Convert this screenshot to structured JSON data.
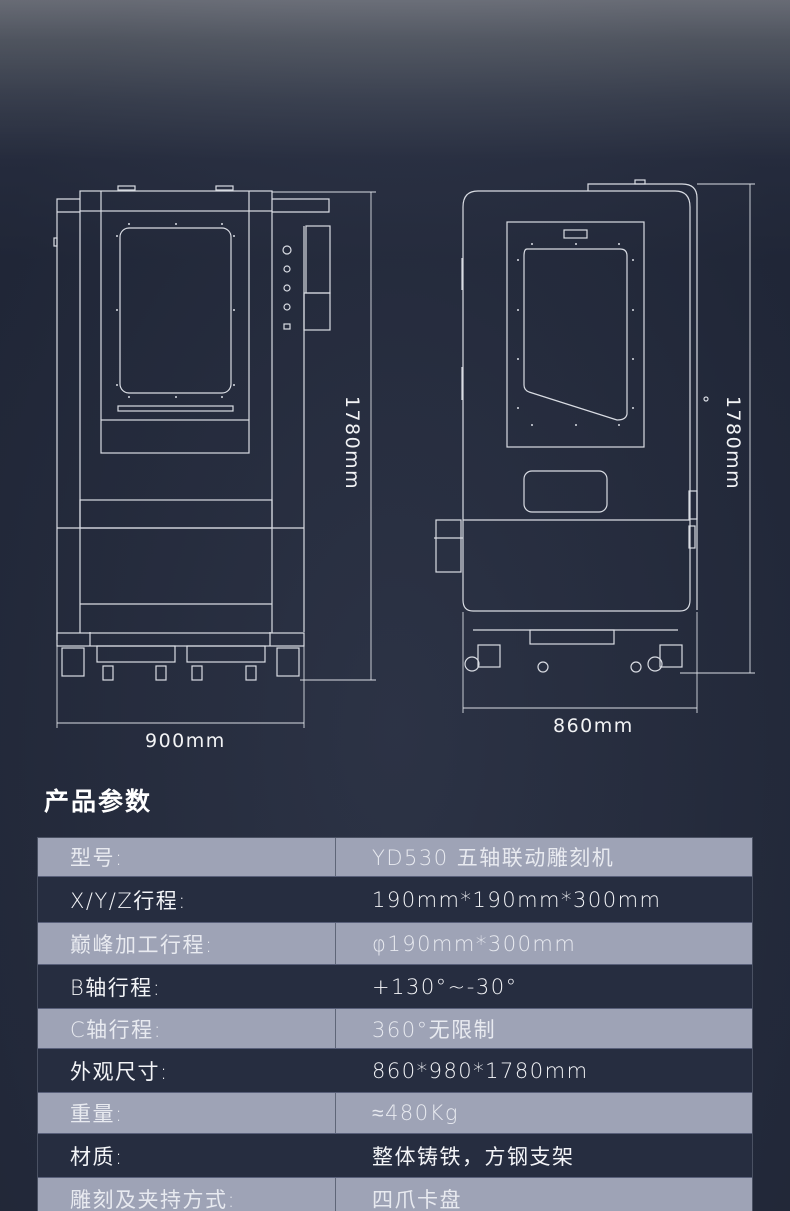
{
  "drawings": {
    "front_view": {
      "width_label": "900mm",
      "height_label": "1780mm"
    },
    "side_view": {
      "width_label": "860mm",
      "height_label": "1780mm"
    },
    "line_color": "#d9dce3"
  },
  "section": {
    "title": "产品参数"
  },
  "specs": {
    "rows": [
      {
        "key": "型号:",
        "value": "YD530 五轴联动雕刻机",
        "style": "light"
      },
      {
        "key": "X/Y/Z行程:",
        "value": "190mm*190mm*300mm",
        "style": "dark"
      },
      {
        "key": "巅峰加工行程:",
        "value": "φ190mm*300mm",
        "style": "light"
      },
      {
        "key": "B轴行程:",
        "value": "+130°~-30°",
        "style": "dark"
      },
      {
        "key": "C轴行程:",
        "value": "360°无限制",
        "style": "light"
      },
      {
        "key": "外观尺寸:",
        "value": "860*980*1780mm",
        "style": "dark"
      },
      {
        "key": "重量:",
        "value": "≈480Kg",
        "style": "light"
      },
      {
        "key": "材质:",
        "value": "整体铸铁，方钢支架",
        "style": "dark"
      },
      {
        "key": "雕刻及夹持方式:",
        "value": "四爪卡盘",
        "style": "light"
      }
    ],
    "colors": {
      "light_row": "#9ea3b6",
      "dark_row": "#262d40"
    }
  }
}
